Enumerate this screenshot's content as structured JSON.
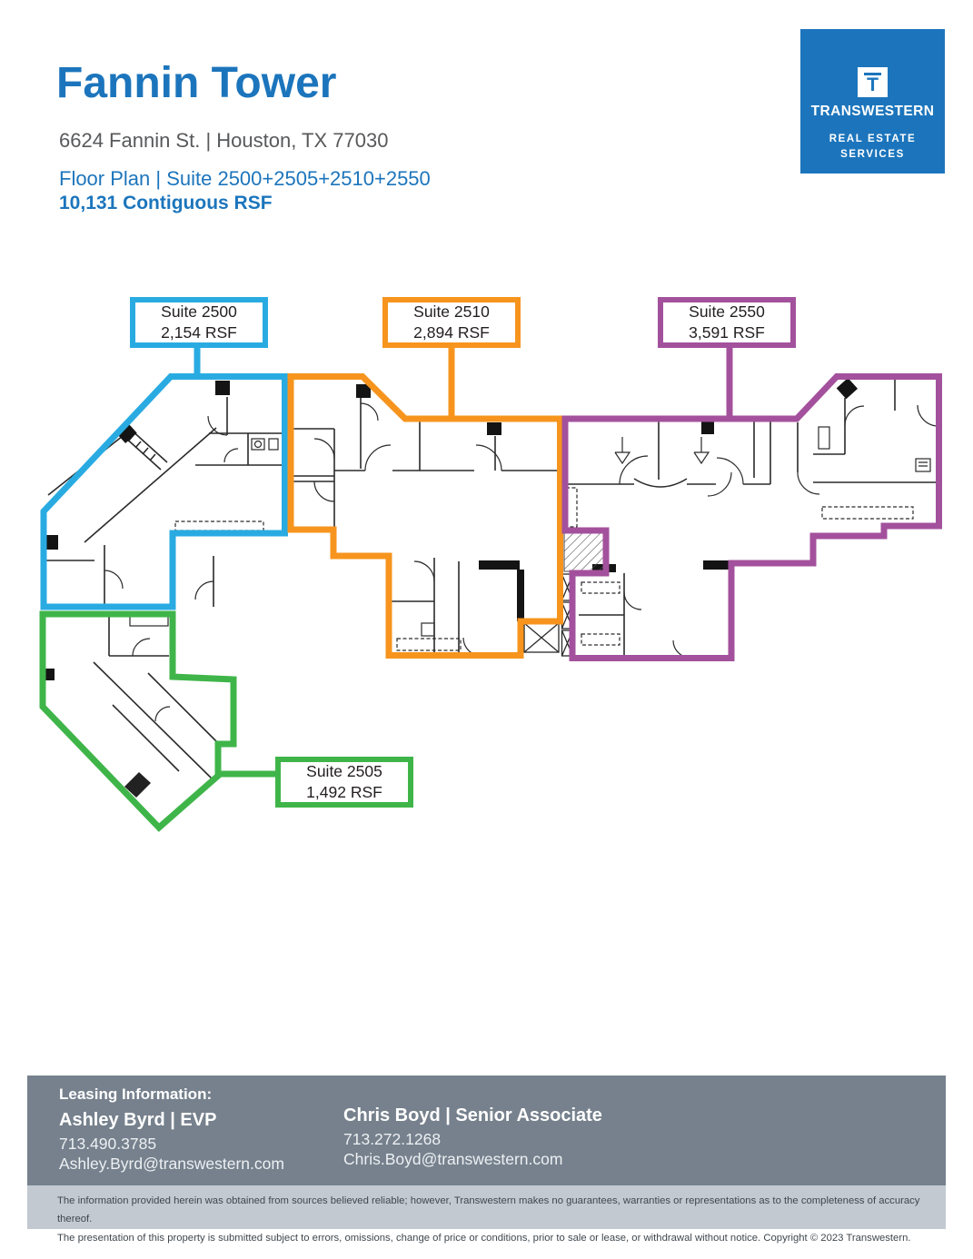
{
  "header": {
    "title": "Fannin Tower",
    "address": "6624 Fannin St. | Houston, TX 77030",
    "plan_label": "Floor Plan | Suite 2500+2505+2510+2550",
    "contiguous": "10,131 Contiguous RSF"
  },
  "logo": {
    "mark": "T",
    "brand": "TRANSWESTERN",
    "tagline_line1": "REAL ESTATE",
    "tagline_line2": "SERVICES"
  },
  "plan": {
    "suites": [
      {
        "name": "Suite 2500",
        "rsf": "2,154 RSF",
        "color": "#29ABE2"
      },
      {
        "name": "Suite 2505",
        "rsf": "1,492 RSF",
        "color": "#3FB549"
      },
      {
        "name": "Suite 2510",
        "rsf": "2,894 RSF",
        "color": "#F7941E"
      },
      {
        "name": "Suite 2550",
        "rsf": "3,591 RSF",
        "color": "#A3519C"
      }
    ]
  },
  "footer": {
    "heading": "Leasing Information:",
    "contacts": [
      {
        "name": "Ashley Byrd | EVP",
        "phone": "713.490.3785",
        "email": "Ashley.Byrd@transwestern.com"
      },
      {
        "name": "Chris Boyd | Senior Associate",
        "phone": "713.272.1268",
        "email": "Chris.Boyd@transwestern.com"
      }
    ]
  },
  "disclaimer": {
    "line1": "The information provided herein was obtained from sources believed reliable; however, Transwestern makes no guarantees, warranties or representations as to the completeness of accuracy thereof.",
    "line2": "The presentation of this property is submitted subject to errors, omissions, change of price or conditions, prior to sale or lease, or withdrawal without notice. Copyright © 2023 Transwestern."
  },
  "theme": {
    "accent_blue": "#1C75BC",
    "address_gray": "#58595B",
    "footer_bg": "#76818D",
    "disclaimer_bg": "#C3C9D0",
    "wall_color": "#2A2A2A"
  }
}
